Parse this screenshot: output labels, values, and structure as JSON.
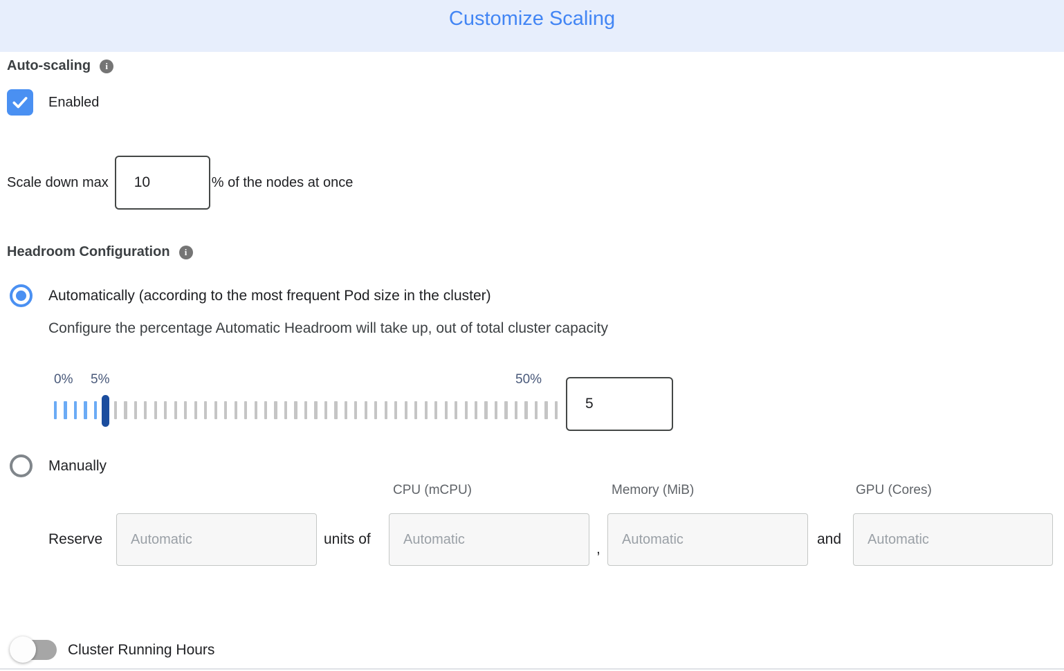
{
  "header": {
    "title": "Customize Scaling"
  },
  "auto_scaling": {
    "label": "Auto-scaling",
    "checkbox_checked": true,
    "enabled_label": "Enabled"
  },
  "scale_down": {
    "prefix": "Scale down max",
    "value": "10",
    "suffix": "% of the nodes at once"
  },
  "headroom": {
    "label": "Headroom Configuration",
    "auto_option_label": "Automatically (according to the most frequent Pod size in the cluster)",
    "auto_option_selected": true,
    "auto_description": "Configure the percentage Automatic Headroom will take up, out of total cluster capacity",
    "slider": {
      "min_label": "0%",
      "handle_label": "5%",
      "max_label": "50%",
      "min": 0,
      "max": 50,
      "value": 5,
      "ticks_total": 51,
      "handle_index": 5
    },
    "value_input": "5",
    "manual_option_label": "Manually",
    "manual_option_selected": false
  },
  "reserve": {
    "label": "Reserve",
    "units_of_label": "units of",
    "comma_label": ",",
    "and_label": "and",
    "columns": [
      {
        "header": "",
        "placeholder": "Automatic",
        "value": ""
      },
      {
        "header": "CPU (mCPU)",
        "placeholder": "Automatic",
        "value": ""
      },
      {
        "header": "Memory (MiB)",
        "placeholder": "Automatic",
        "value": ""
      },
      {
        "header": "GPU (Cores)",
        "placeholder": "Automatic",
        "value": ""
      }
    ]
  },
  "cluster_running_hours": {
    "label": "Cluster Running Hours",
    "toggle_on": false
  },
  "icons": {
    "info_glyph": "i"
  },
  "colors": {
    "header_bg": "#e7eefc",
    "title_blue": "#4285f4",
    "accent_blue": "#4a90f2",
    "slider_handle_navy": "#1b4d9e",
    "slider_tick_active": "#6babf5",
    "slider_tick_inactive": "#c5c5c5",
    "slider_label": "#49597a",
    "dark_input_border": "#444746",
    "disabled_input_bg": "#f7f7f7",
    "disabled_input_border": "#c4c7c5",
    "placeholder_gray": "#9aa0a6",
    "toggle_track_gray": "#a6a6a6"
  }
}
